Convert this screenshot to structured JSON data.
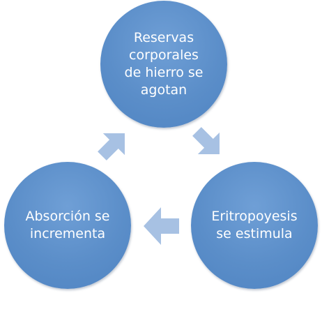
{
  "diagram": {
    "nodes": {
      "top": {
        "label": "Reservas\ncorporales\nde hierro se\nagotan"
      },
      "right": {
        "label": "Eritropoyesis\nse estimula"
      },
      "left": {
        "label": "Absorción se\nincrementa"
      }
    },
    "colors": {
      "node_fill": "#5b8ec9",
      "arrow_fill": "#a7c1e3"
    }
  }
}
